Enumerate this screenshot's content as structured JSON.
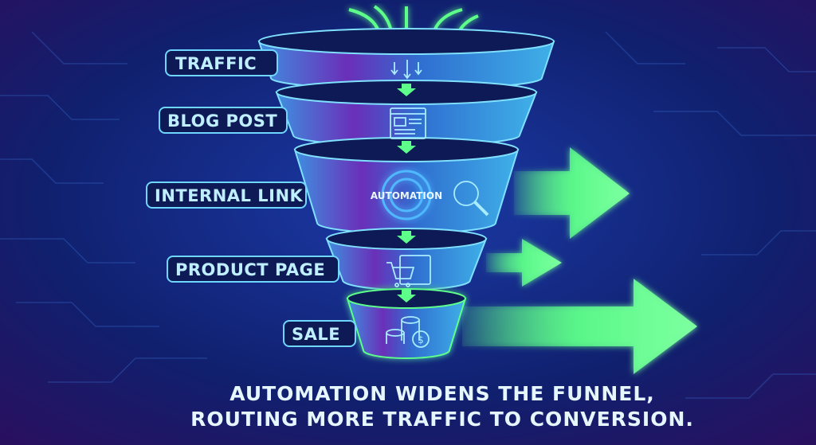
{
  "stages": [
    {
      "label": "TRAFFIC"
    },
    {
      "label": "BLOG POST"
    },
    {
      "label": "INTERNAL LINK"
    },
    {
      "label": "PRODUCT PAGE"
    },
    {
      "label": "SALE"
    }
  ],
  "automation_label": "AUTOMATION",
  "caption": {
    "line1": "AUTOMATION WIDENS THE FUNNEL,",
    "line2": "ROUTING MORE TRAFFIC TO CONVERSION."
  },
  "colors": {
    "background": "#0b1450",
    "funnel": "#3a8fd8",
    "accent_green": "#5dff8a",
    "label_text": "#bfefff"
  }
}
